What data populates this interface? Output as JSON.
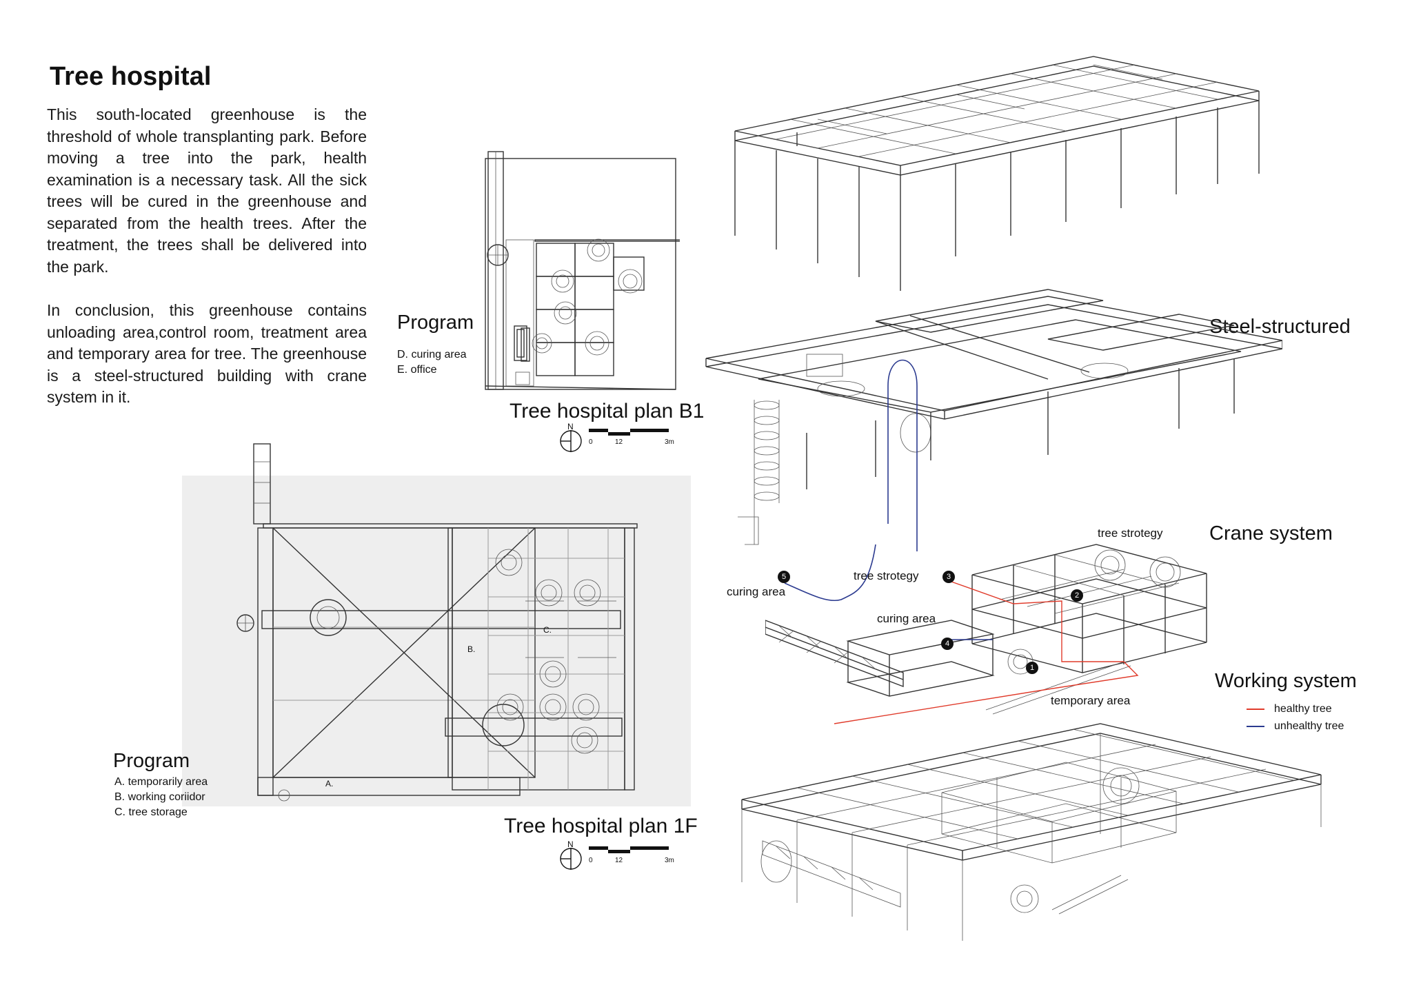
{
  "title": "Tree hospital",
  "intro": {
    "p1": "This south-located greenhouse is the threshold of whole transplanting park. Before moving a tree into the park, health examination is a necessary task. All the sick trees will be cured in the greenhouse and separated from the health trees. After the treatment, the trees shall be delivered into the park.",
    "p2": "In conclusion, this greenhouse contains unloading area,control room, treatment area and temporary area for tree. The greenhouse is a steel-structured building with crane system in it."
  },
  "plan_b1": {
    "title": "Tree hospital plan B1",
    "program_heading": "Program",
    "program_items": [
      "D.  curing area",
      "E.   office"
    ],
    "north": "N",
    "scale_labels": [
      "0",
      "12",
      "3m"
    ]
  },
  "plan_1f": {
    "title": "Tree hospital plan 1F",
    "program_heading": "Program",
    "program_items": [
      "A. temporarily area",
      "B. working coriidor",
      "C. tree storage"
    ],
    "area_labels": [
      "A.",
      "B.",
      "C."
    ],
    "north": "N",
    "scale_labels": [
      "0",
      "12",
      "3m"
    ]
  },
  "axonometric": {
    "steel_label": "Steel-structured",
    "crane_label": "Crane system",
    "working_label": "Working system",
    "annotations": {
      "curing_area_5": "curing area",
      "tree_strotegy_3": "tree strotegy",
      "tree_strotegy_2": "tree strotegy",
      "curing_area_4": "curing area",
      "temporary_area": "temporary area"
    },
    "markers": [
      "1",
      "2",
      "3",
      "4",
      "5"
    ]
  },
  "legend": {
    "items": [
      {
        "label": "healthy tree",
        "color": "#e03a2a"
      },
      {
        "label": "unhealthy tree",
        "color": "#2b3a8f"
      }
    ]
  },
  "colors": {
    "healthy_path": "#e03a2a",
    "unhealthy_path": "#2b3a8f",
    "plan_background": "#eeeeee"
  }
}
